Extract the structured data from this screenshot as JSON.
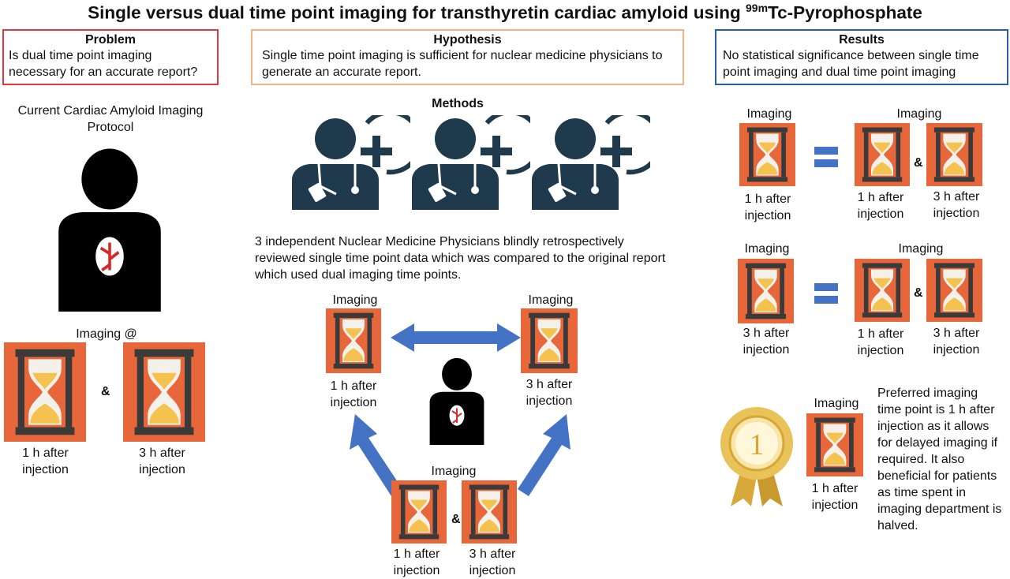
{
  "title": "Single versus dual time point imaging for transthyretin cardiac amyloid using",
  "title_sup": "99m",
  "title_tail": "Tc-Pyrophosphate",
  "problem": {
    "heading": "Problem",
    "text": "Is dual time point imaging necessary for an accurate report?"
  },
  "hypothesis": {
    "heading": "Hypothesis",
    "text": "Single time point imaging is sufficient for nuclear medicine physicians to generate an accurate report."
  },
  "results": {
    "heading": "Results",
    "text": "No statistical significance between single time point imaging and dual time point imaging"
  },
  "left": {
    "protocol_label": "Current Cardiac Amyloid Imaging Protocol",
    "imaging_at": "Imaging @",
    "amp": "&",
    "cap1": "1 h after injection",
    "cap2": "3 h after injection"
  },
  "methods": {
    "heading": "Methods",
    "text": "3 independent Nuclear Medicine Physicians blindly retrospectively reviewed single time point data which was compared to the original report which used dual imaging time points.",
    "imaging_left": "Imaging",
    "imaging_right": "Imaging",
    "imaging_bottom": "Imaging",
    "cap_left": "1 h after injection",
    "cap_right": "3 h after injection",
    "cap_bottom1": "1 h after injection",
    "cap_bottom2": "3 h after injection",
    "amp": "&"
  },
  "results_rows": [
    {
      "single_label": "Imaging",
      "single_cap": "1 h after injection",
      "dual_label": "Imaging",
      "dual_cap1": "1 h after injection",
      "dual_cap2": "3 h after injection",
      "amp": "&"
    },
    {
      "single_label": "Imaging",
      "single_cap": "3 h after injection",
      "dual_label": "Imaging",
      "dual_cap1": "1 h after injection",
      "dual_cap2": "3 h after injection",
      "amp": "&"
    }
  ],
  "preferred": {
    "medal_number": "1",
    "imaging": "Imaging",
    "cap": "1 h after injection",
    "text": "Preferred imaging time point is 1 h after injection as it allows for delayed imaging if required. It also beneficial for patients as time spent in imaging department is halved."
  },
  "colors": {
    "problem_border": "#e0393e",
    "hypothesis_border": "#f4b183",
    "results_border": "#2e5da8",
    "hourglass_bg": "#e8673a",
    "arrow": "#4472c4",
    "physician": "#1f3a4d"
  }
}
